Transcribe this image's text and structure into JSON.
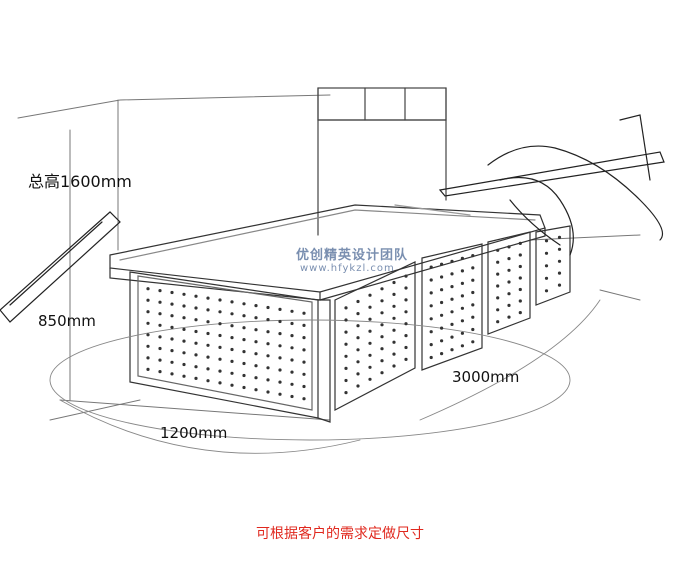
{
  "dimensions": {
    "total_height": "总高1600mm",
    "counter_height": "850mm",
    "length": "3000mm",
    "width": "1200mm"
  },
  "watermark": {
    "brand": "优创精英设计团队",
    "url": "www.hfykzl.com"
  },
  "caption": "可根据客户的需求定做尺寸",
  "colors": {
    "line": "#333333",
    "caption": "#e0281e",
    "watermark": "#7a8fb0"
  }
}
